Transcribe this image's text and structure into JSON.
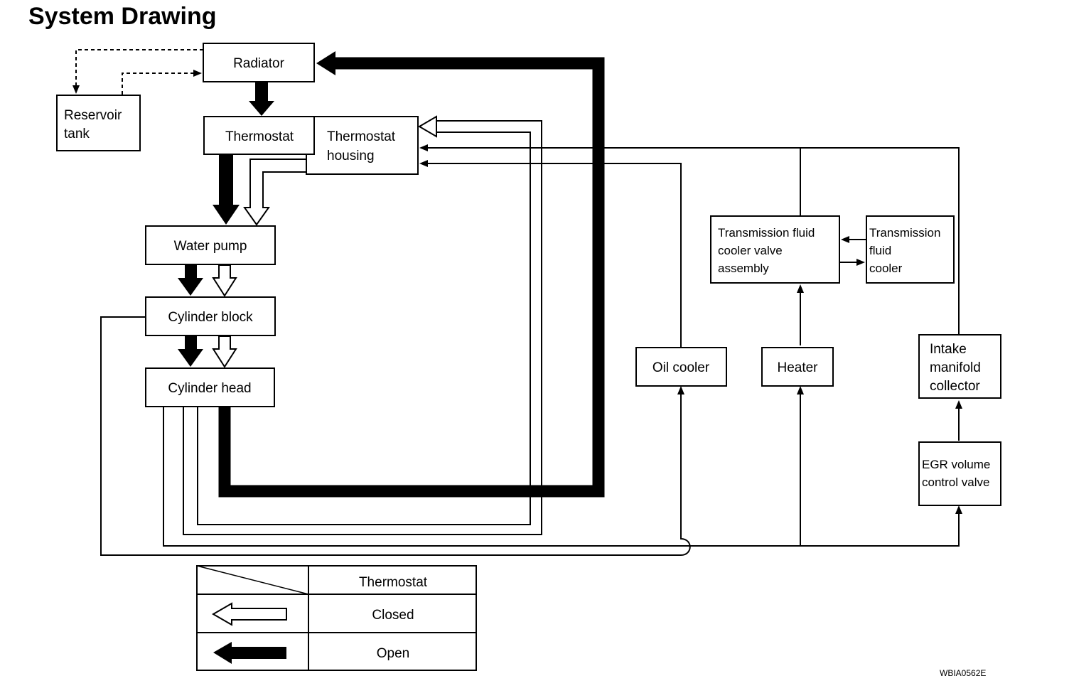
{
  "title": "System Drawing",
  "components": {
    "radiator": "Radiator",
    "reservoir_tank": [
      "Reservoir",
      "tank"
    ],
    "thermostat": "Thermostat",
    "thermostat_housing": [
      "Thermostat",
      "housing"
    ],
    "water_pump": "Water pump",
    "cylinder_block": "Cylinder block",
    "cylinder_head": "Cylinder head",
    "tf_cooler_valve": [
      "Transmission fluid",
      "cooler valve",
      "assembly"
    ],
    "tf_cooler": [
      "Transmission",
      "fluid",
      "cooler"
    ],
    "oil_cooler": "Oil cooler",
    "heater": "Heater",
    "intake_manifold": [
      "Intake",
      "manifold",
      "collector"
    ],
    "egr_valve": [
      "EGR volume",
      "control valve"
    ]
  },
  "legend": {
    "header": "Thermostat",
    "closed": "Closed",
    "open": "Open",
    "closed_style": "hollow-arrow",
    "open_style": "solid-arrow"
  },
  "figure_code": "WBIA0562E"
}
